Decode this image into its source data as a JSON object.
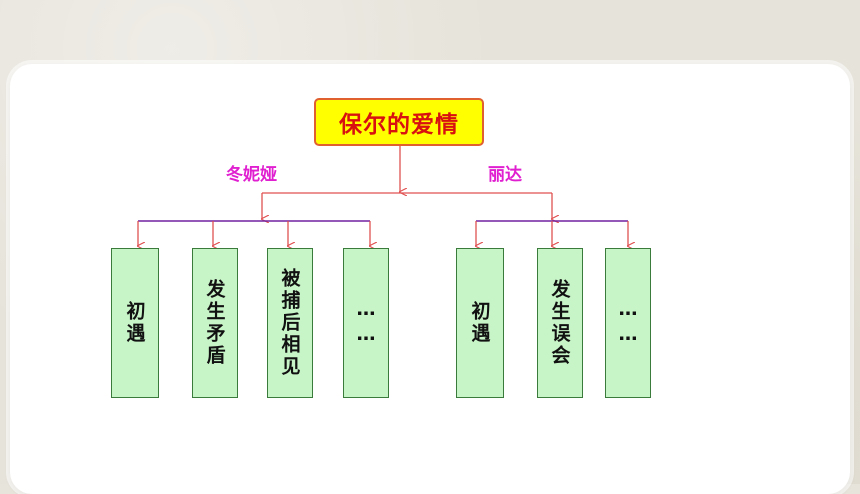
{
  "diagram": {
    "title": "保尔的爱情",
    "branches": [
      {
        "name": "冬妮娅",
        "nodes": [
          "初遇",
          "发生矛盾",
          "被捕后相见",
          "……"
        ]
      },
      {
        "name": "丽达",
        "nodes": [
          "初遇",
          "发生误会",
          "……"
        ]
      }
    ]
  },
  "colors": {
    "title_bg": "#ffff00",
    "title_text": "#d81010",
    "branch_label": "#e020d0",
    "connector": "#7020a0",
    "arrow": "#e05050",
    "node_bg": "#c8f5c8"
  }
}
